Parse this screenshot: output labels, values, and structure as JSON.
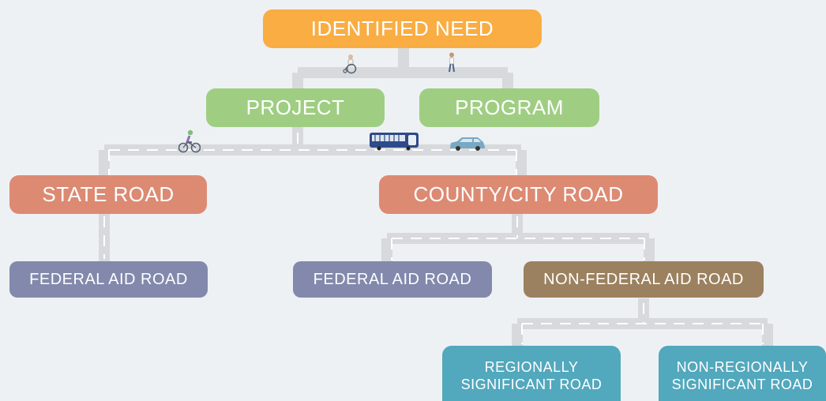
{
  "diagram": {
    "identified_need": "IDENTIFIED NEED",
    "project": "PROJECT",
    "program": "PROGRAM",
    "state_road": "STATE ROAD",
    "county_city_road": "COUNTY/CITY ROAD",
    "federal_aid_road_state": "FEDERAL AID ROAD",
    "federal_aid_road_county": "FEDERAL AID ROAD",
    "non_federal_aid_road": "NON-FEDERAL AID ROAD",
    "regionally_significant": [
      "REGIONALLY",
      "SIGNIFICANT ROAD"
    ],
    "non_regionally_significant": [
      "NON-REGIONALLY",
      "SIGNIFICANT ROAD"
    ]
  },
  "colors": {
    "background": "#eef1f4",
    "road": "#d7d9dc",
    "dash": "#ffffff",
    "identified_need": "#f9ad42",
    "project_program": "#9fce83",
    "road_type": "#dd8a73",
    "federal_aid": "#8289ac",
    "non_federal_aid": "#9b815f",
    "significance": "#52a8bd"
  },
  "icons": [
    "wheelchair-user-icon",
    "pedestrian-icon",
    "cyclist-icon",
    "bus-icon",
    "car-icon"
  ]
}
